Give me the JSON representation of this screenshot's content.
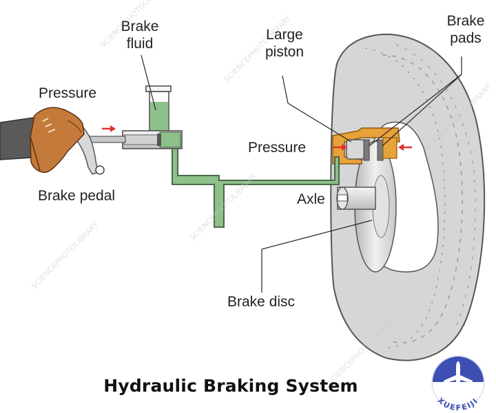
{
  "title": "Hydraulic Braking System",
  "labels": {
    "brake_fluid": [
      "Brake",
      "fluid"
    ],
    "pressure_left": "Pressure",
    "brake_pedal": "Brake pedal",
    "large_piston": [
      "Large",
      "piston"
    ],
    "brake_pads": [
      "Brake",
      "pads"
    ],
    "pressure_right": "Pressure",
    "axle": "Axle",
    "brake_disc": "Brake disc"
  },
  "logo_text": "XUEFEIJI",
  "colors": {
    "fluid_green": "#8dc08a",
    "pipe_outline": "#3d5a3a",
    "caliper_orange": "#e8a23a",
    "arrow_red": "#e03030",
    "tyre_gray": "#d4d4d4",
    "logo_blue": "#3d4fb3"
  }
}
